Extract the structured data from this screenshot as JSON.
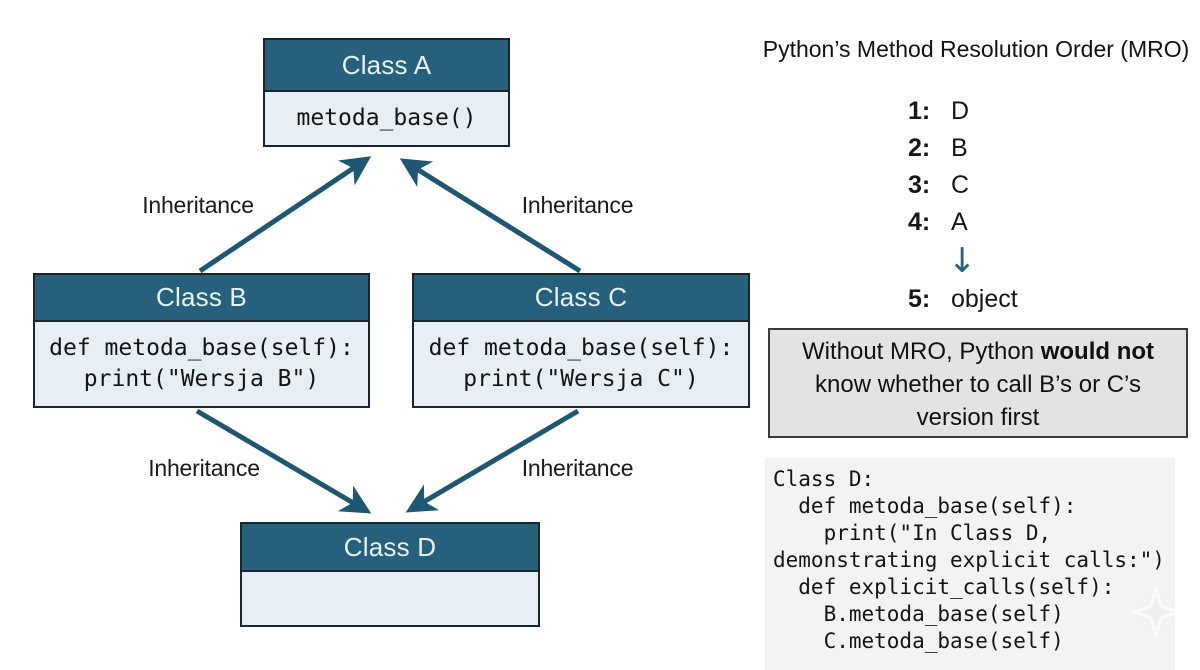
{
  "colors": {
    "header_bg": "#26607c",
    "box_body_bg": "#e7eff4",
    "box_border": "#16272f",
    "arrow": "#1f5672",
    "header_text": "#e7f3f8",
    "note_bg": "#e3e3e1",
    "note_border": "#3a3a3a",
    "code_bg": "#f4f3f1",
    "text": "#161616"
  },
  "diagram": {
    "classes": [
      {
        "name": "Class A",
        "body": "metoda_base()"
      },
      {
        "name": "Class B",
        "body": "def metoda_base(self):\nprint(\"Wersja B\")"
      },
      {
        "name": "Class C",
        "body": "def metoda_base(self):\nprint(\"Wersja C\")"
      },
      {
        "name": "Class D",
        "body": ""
      }
    ],
    "edge_labels": [
      "Inheritance",
      "Inheritance",
      "Inheritance",
      "Inheritance"
    ]
  },
  "mro_panel": {
    "title": "Python’s Method Resolution Order (MRO)",
    "steps": [
      {
        "num": "1:",
        "value": "D"
      },
      {
        "num": "2:",
        "value": "B"
      },
      {
        "num": "3:",
        "value": "C"
      },
      {
        "num": "4:",
        "value": "A"
      },
      {
        "num": "5:",
        "value": "object"
      }
    ],
    "arrow_glyph": "↓"
  },
  "note": {
    "line1_normal": "Without MRO, Python ",
    "line1_bold": "would not",
    "line2": "know whether to call B’s or C’s",
    "line3": "version first"
  },
  "code_snippet": "Class D:\n  def metoda_base(self):\n    print(\"In Class D,\ndemonstrating explicit calls:\")\n  def explicit_calls(self):\n    B.metoda_base(self)\n    C.metoda_base(self)"
}
